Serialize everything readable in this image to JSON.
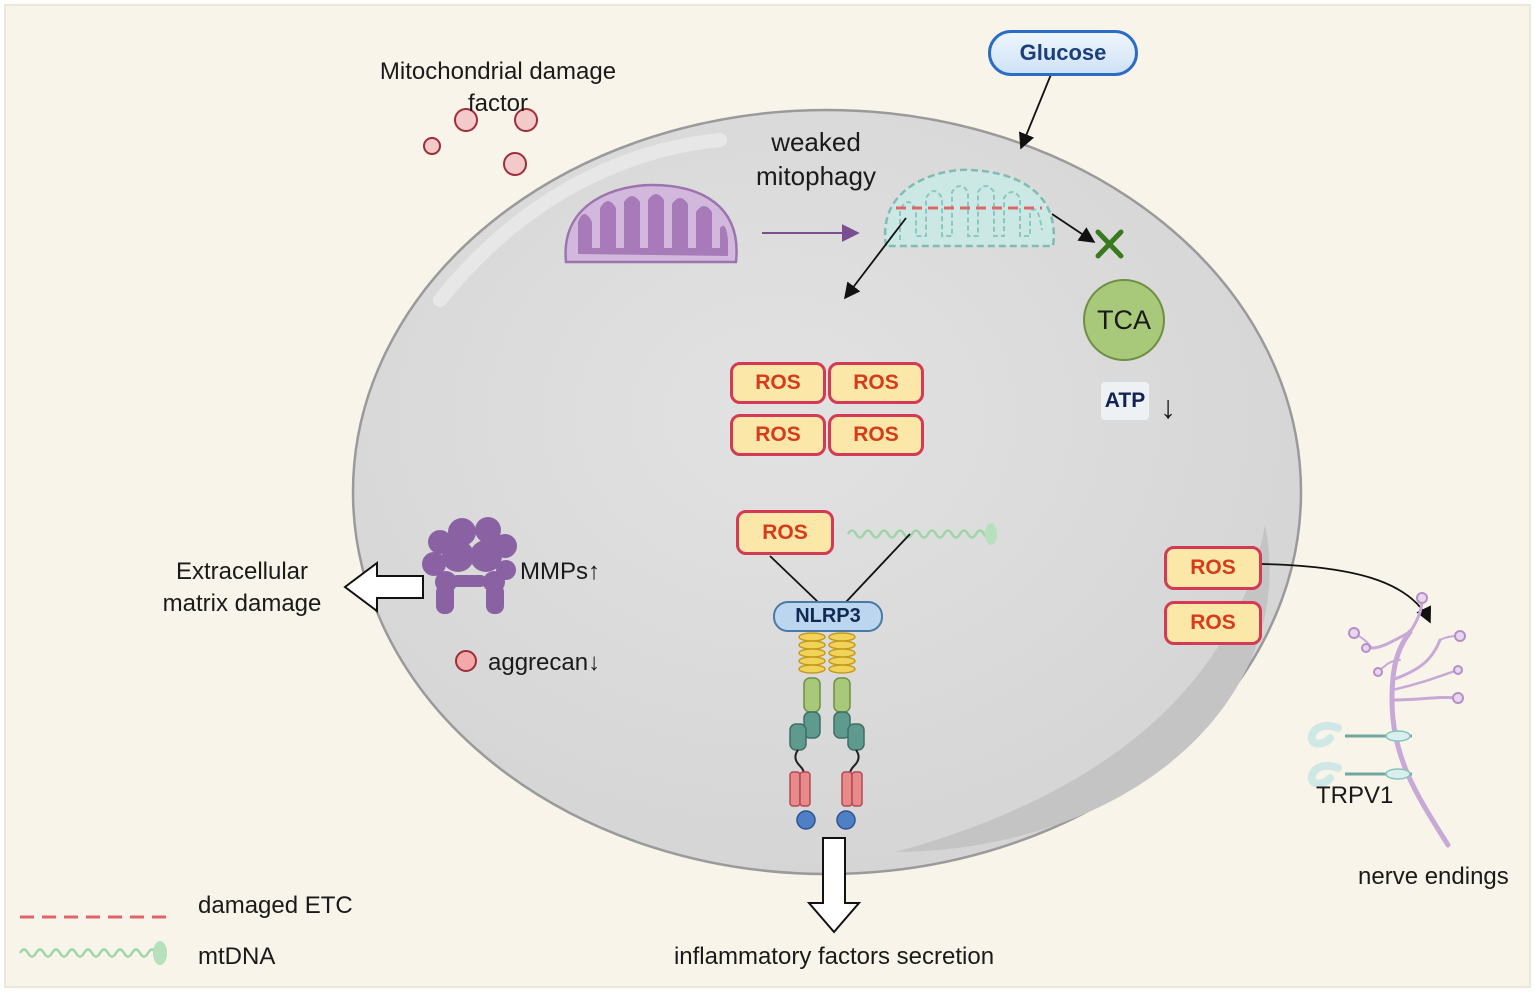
{
  "labels": {
    "glucose": "Glucose",
    "mito_damage_factor": "Mitochondrial damage factor",
    "weaked_mitophagy": "weaked mitophagy",
    "tca": "TCA",
    "atp": "ATP",
    "atp_arrow": "↓",
    "ros": "ROS",
    "nlrp3": "NLRP3",
    "mmps": "MMPs↑",
    "aggrecan": "aggrecan↓",
    "ecm_damage": "Extracellular matrix damage",
    "inflammatory": "inflammatory factors secretion",
    "trpv1": "TRPV1",
    "nerve_endings": "nerve endings"
  },
  "legend": {
    "damaged_etc": "damaged ETC",
    "mtdna": "mtDNA"
  },
  "colors": {
    "background": "#f8f4ea",
    "cell": "#dcdcdc",
    "cell_border": "#9a9a9a",
    "ros_fill": "#fbe7a8",
    "ros_border": "#d43a55",
    "ros_text": "#d63c1c",
    "mito_healthy": "#a77bb8",
    "mito_damaged": "#bfe0dc",
    "tca": "#a9c97a",
    "glucose_border": "#2b6cc4",
    "nlrp3_fill": "#bcd6ef",
    "etc_dash": "#e0656b",
    "mtdna": "#9fd6a8",
    "x_mark": "#3a7a1f",
    "mmp": "#8a62a3",
    "nerve": "#c7a9d6"
  }
}
